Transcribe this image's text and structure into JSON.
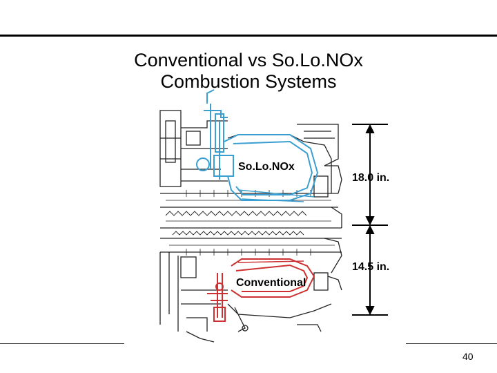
{
  "slide": {
    "title_line1": "Conventional vs So.Lo.NOx",
    "title_line2": "Combustion Systems",
    "page_number": "40"
  },
  "diagram": {
    "labels": {
      "solonox": "So.Lo.NOx",
      "conventional": "Conventional"
    },
    "dimensions": {
      "upper": "18.0 in.",
      "lower": "14.5 in."
    },
    "colors": {
      "solonox_outline": "#3a9fd0",
      "conventional_outline": "#cc3030",
      "drawing": "#222222"
    }
  }
}
